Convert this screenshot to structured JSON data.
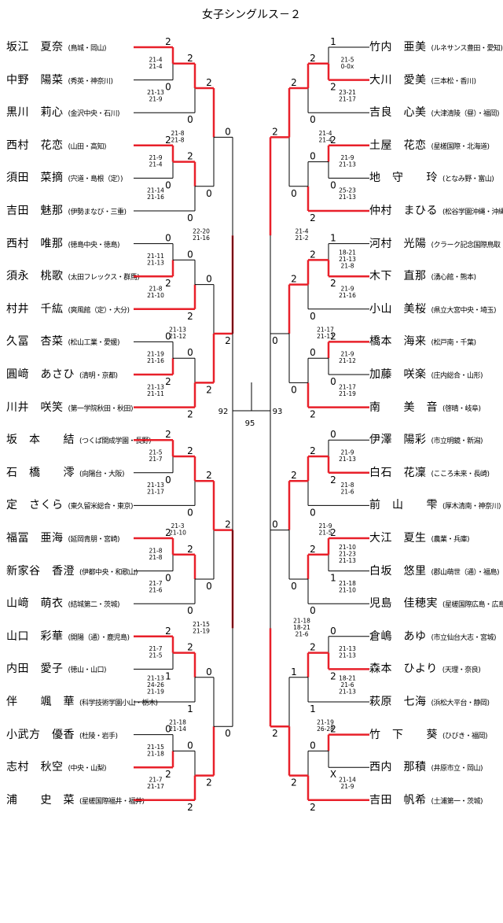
{
  "title": "女子シングルス－２",
  "left_players": [
    {
      "name": "坂江　夏奈",
      "team": "(鳥城・岡山)"
    },
    {
      "name": "中野　陽菜",
      "team": "(秀英・神奈川)"
    },
    {
      "name": "黒川　莉心",
      "team": "(金沢中央・石川)"
    },
    {
      "name": "西村　花恋",
      "team": "(山田・高知)"
    },
    {
      "name": "須田　菜摘",
      "team": "(宍道・島根（定）)"
    },
    {
      "name": "吉田　魅那",
      "team": "(伊勢まなび・三重)"
    },
    {
      "name": "西村　唯那",
      "team": "(徳島中央・徳島)"
    },
    {
      "name": "須永　桃歌",
      "team": "(太田フレックス・群馬)"
    },
    {
      "name": "村井　千紘",
      "team": "(爽風館（定）・大分)"
    },
    {
      "name": "久冨　杏菜",
      "team": "(松山工業・愛媛)"
    },
    {
      "name": "圓﨑　あさひ",
      "team": "(清明・京都)"
    },
    {
      "name": "川井　咲笑",
      "team": "(第一学院秋田・秋田)"
    },
    {
      "name": "坂　本　　結",
      "team": "(つくば開成学園・長野)"
    },
    {
      "name": "石　橋　　澪",
      "team": "(向陽台・大阪)"
    },
    {
      "name": "定　さくら",
      "team": "(東久留米総合・東京)"
    },
    {
      "name": "福冨　亜海",
      "team": "(延岡青朋・宮崎)"
    },
    {
      "name": "新家谷　香澄",
      "team": "(伊都中央・和歌山)"
    },
    {
      "name": "山﨑　萌衣",
      "team": "(結城第二・茨城)"
    },
    {
      "name": "山口　彩華",
      "team": "(開陽（通）・鹿児島)"
    },
    {
      "name": "内田　愛子",
      "team": "(徳山・山口)"
    },
    {
      "name": "伴　　颯　華",
      "team": "(科学技術学園小山・栃木)"
    },
    {
      "name": "小武方　優香",
      "team": "(杜陵・岩手)"
    },
    {
      "name": "志村　秋空",
      "team": "(中央・山梨)"
    },
    {
      "name": "浦　　史　菜",
      "team": "(星槎国際福井・福井)"
    }
  ],
  "right_players": [
    {
      "name": "竹内　亜美",
      "team": "(ルネサンス豊田・愛知)"
    },
    {
      "name": "大川　愛美",
      "team": "(三本松・香川)"
    },
    {
      "name": "吉良　心美",
      "team": "(大津清陵（昼）・福岡)"
    },
    {
      "name": "土屋　花恋",
      "team": "(星槎国際・北海道)"
    },
    {
      "name": "地　守　　玲",
      "team": "(となみ野・富山)"
    },
    {
      "name": "仲村　まひる",
      "team": "(松谷学園沖縄・沖縄)"
    },
    {
      "name": "河村　光陽",
      "team": "(クラーク記念国際鳥取・鳥取)"
    },
    {
      "name": "木下　直那",
      "team": "(湧心館・熊本)"
    },
    {
      "name": "小山　美桜",
      "team": "(県立大宮中央・埼玉)"
    },
    {
      "name": "橋本　海来",
      "team": "(松戸南・千葉)"
    },
    {
      "name": "加藤　咲楽",
      "team": "(庄内総合・山形)"
    },
    {
      "name": "南　　美　音",
      "team": "(啓晴・岐阜)"
    },
    {
      "name": "伊澤　陽彩",
      "team": "(市立明鏡・新潟)"
    },
    {
      "name": "白石　花凜",
      "team": "(こころ未来・長崎)"
    },
    {
      "name": "前　山　　雫",
      "team": "(厚木清南・神奈川)"
    },
    {
      "name": "大江　夏生",
      "team": "(農業・兵庫)"
    },
    {
      "name": "白坂　悠里",
      "team": "(郡山萌世（通）・福島)"
    },
    {
      "name": "児島　佳穂実",
      "team": "(星槎国際広島・広島)"
    },
    {
      "name": "倉嶋　あゆ",
      "team": "(市立仙台大志・宮城)"
    },
    {
      "name": "森本　ひより",
      "team": "(天理・奈良)"
    },
    {
      "name": "萩原　七海",
      "team": "(浜松大平台・静岡)"
    },
    {
      "name": "竹　下　　葵",
      "team": "(ひびき・福岡)"
    },
    {
      "name": "西内　那積",
      "team": "(井原市立・岡山)"
    },
    {
      "name": "吉田　帆希",
      "team": "(土浦第一・茨城)"
    }
  ],
  "left_r1": [
    {
      "top": "2",
      "bot": "0",
      "scores": [
        "21-4",
        "21-4"
      ]
    },
    {
      "top": "2",
      "bot": "0",
      "scores": [
        "21-9",
        "21-4"
      ]
    },
    {
      "top": "0",
      "bot": "2",
      "scores": [
        "21-11",
        "21-13"
      ]
    },
    {
      "top": "0",
      "bot": "2",
      "scores": [
        "21-19",
        "21-16"
      ]
    },
    {
      "top": "2",
      "bot": "0",
      "scores": [
        "21-5",
        "21-7"
      ]
    },
    {
      "top": "2",
      "bot": "0",
      "scores": [
        "21-8",
        "21-8"
      ]
    },
    {
      "top": "2",
      "bot": "1",
      "scores": [
        "21-7",
        "21-5"
      ]
    },
    {
      "top": "0",
      "bot": "2",
      "scores": [
        "21-15",
        "21-18"
      ]
    }
  ],
  "left_r2": [
    {
      "top": "2",
      "bot": "0",
      "scores": [
        "21-13",
        "21-9"
      ]
    },
    {
      "top": "2",
      "bot": "0",
      "scores": [
        "21-14",
        "21-16"
      ]
    },
    {
      "top": "0",
      "bot": "2",
      "scores": [
        "21-8",
        "21-10"
      ]
    },
    {
      "top": "0",
      "bot": "2",
      "scores": [
        "21-13",
        "21-11"
      ]
    },
    {
      "top": "2",
      "bot": "0",
      "scores": [
        "21-13",
        "21-17"
      ]
    },
    {
      "top": "2",
      "bot": "0",
      "scores": [
        "21-7",
        "21-6"
      ]
    },
    {
      "top": "2",
      "bot": "1",
      "scores": [
        "21-13",
        "24-26",
        "21-19"
      ]
    },
    {
      "top": "0",
      "bot": "2",
      "scores": [
        "21-7",
        "21-17"
      ]
    }
  ],
  "left_r3": [
    {
      "top": "2",
      "bot": "0",
      "scores": [
        "21-8",
        "21-8"
      ]
    },
    {
      "top": "0",
      "bot": "2",
      "scores": [
        "21-13",
        "21-12"
      ]
    },
    {
      "top": "2",
      "bot": "0",
      "scores": [
        "21-3",
        "21-10"
      ]
    },
    {
      "top": "0",
      "bot": "2",
      "scores": [
        "21-18",
        "21-14"
      ]
    }
  ],
  "left_r4": [
    {
      "top": "0",
      "bot": "2",
      "scores": [
        "22-20",
        "21-16"
      ]
    },
    {
      "top": "2",
      "bot": "0",
      "scores": [
        "21-15",
        "21-19"
      ]
    }
  ],
  "right_r1": [
    {
      "top": "1",
      "bot": "2",
      "scores": [
        "21-5",
        "0-0x"
      ]
    },
    {
      "top": "2",
      "bot": "0",
      "scores": [
        "21-9",
        "21-13"
      ]
    },
    {
      "top": "1",
      "bot": "2",
      "scores": [
        "18-21",
        "21-13",
        "21-8"
      ]
    },
    {
      "top": "2",
      "bot": "0",
      "scores": [
        "21-9",
        "21-12"
      ]
    },
    {
      "top": "0",
      "bot": "2",
      "scores": [
        "21-9",
        "21-13"
      ]
    },
    {
      "top": "2",
      "bot": "1",
      "scores": [
        "21-10",
        "21-23",
        "21-13"
      ]
    },
    {
      "top": "0",
      "bot": "2",
      "scores": [
        "21-13",
        "21-13"
      ]
    },
    {
      "top": "2",
      "bot": "X",
      "scores": [
        "",
        ""
      ]
    }
  ],
  "right_r2": [
    {
      "top": "2",
      "bot": "0",
      "scores": [
        "23-21",
        "21-17"
      ]
    },
    {
      "top": "0",
      "bot": "2",
      "scores": [
        "25-23",
        "21-13"
      ]
    },
    {
      "top": "2",
      "bot": "0",
      "scores": [
        "21-9",
        "21-16"
      ]
    },
    {
      "top": "0",
      "bot": "2",
      "scores": [
        "21-17",
        "21-19"
      ]
    },
    {
      "top": "2",
      "bot": "0",
      "scores": [
        "21-8",
        "21-6"
      ]
    },
    {
      "top": "2",
      "bot": "0",
      "scores": [
        "21-18",
        "21-10"
      ]
    },
    {
      "top": "2",
      "bot": "1",
      "scores": [
        "18-21",
        "21-6",
        "21-13"
      ]
    },
    {
      "top": "0",
      "bot": "2",
      "scores": [
        "21-14",
        "21-9"
      ]
    }
  ],
  "right_r3": [
    {
      "top": "2",
      "bot": "0",
      "scores": [
        "21-4",
        "21-4"
      ]
    },
    {
      "top": "2",
      "bot": "0",
      "scores": [
        "21-17",
        "21-13"
      ]
    },
    {
      "top": "2",
      "bot": "0",
      "scores": [
        "21-9",
        "21-5"
      ]
    },
    {
      "top": "1",
      "bot": "2",
      "scores": [
        "21-19",
        "26-28"
      ]
    }
  ],
  "right_r4": [
    {
      "top": "2",
      "bot": "0",
      "scores": [
        "21-4",
        "21-2"
      ]
    },
    {
      "top": "0",
      "bot": "2",
      "scores": [
        "21-18",
        "18-21",
        "21-6"
      ]
    }
  ],
  "final": {
    "left_label": "92",
    "right_label": "93",
    "center_label": "95"
  }
}
